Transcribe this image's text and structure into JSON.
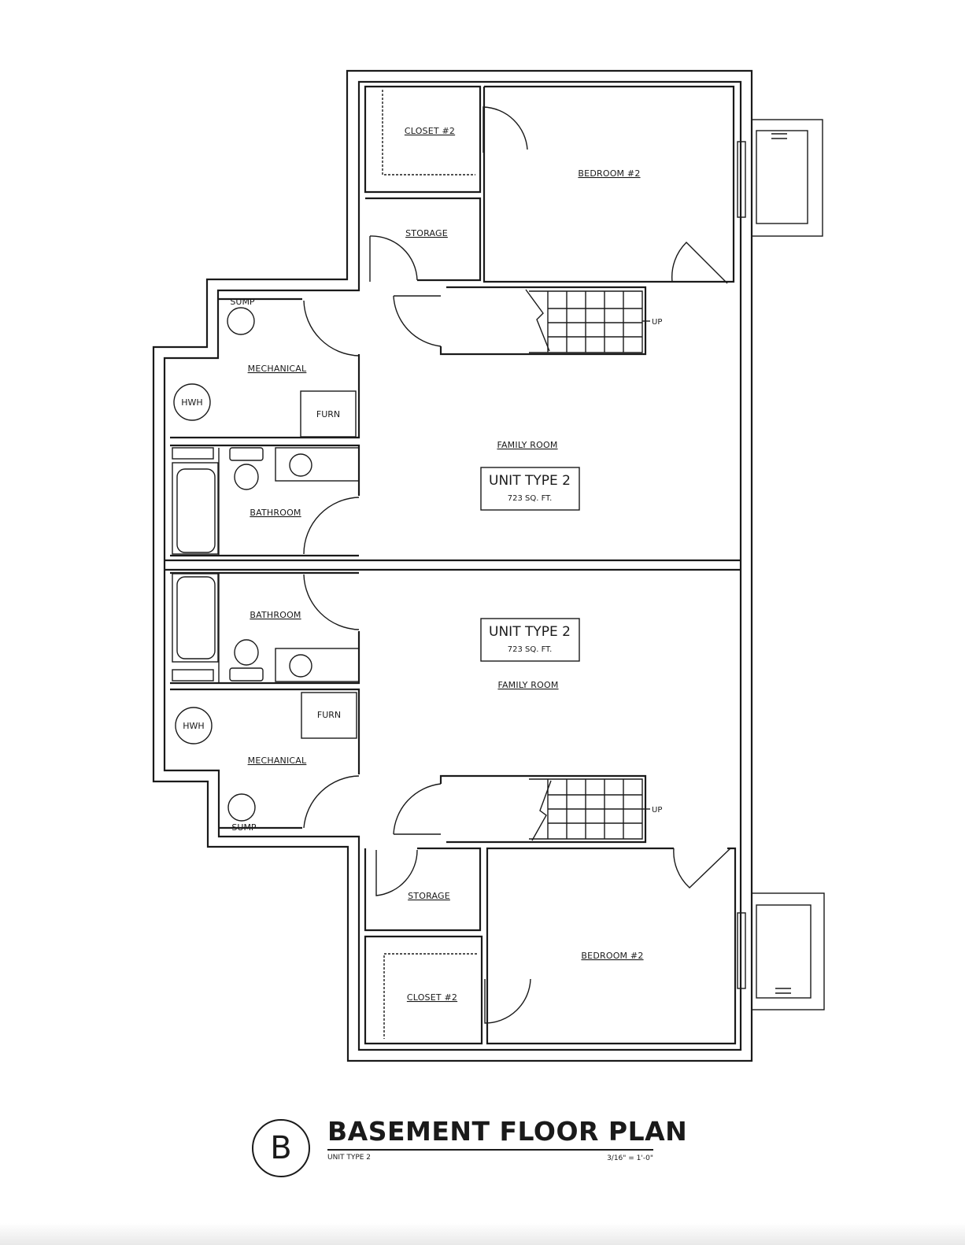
{
  "title": "BASEMENT FLOOR PLAN",
  "title_mark": "B",
  "subtitle": "UNIT TYPE 2",
  "scale": "3/16\" = 1'-0\"",
  "units": [
    {
      "rooms": {
        "closet": "CLOSET #2",
        "bedroom": "BEDROOM #2",
        "storage": "STORAGE",
        "sump": "SUMP",
        "mechanical": "MECHANICAL",
        "hwh": "HWH",
        "furn": "FURN",
        "family_room": "FAMILY ROOM",
        "bathroom": "BATHROOM"
      },
      "tag_title": "UNIT TYPE 2",
      "tag_area": "723 SQ. FT.",
      "stair": "UP"
    },
    {
      "rooms": {
        "closet": "CLOSET #2",
        "bedroom": "BEDROOM #2",
        "storage": "STORAGE",
        "sump": "SUMP",
        "mechanical": "MECHANICAL",
        "hwh": "HWH",
        "furn": "FURN",
        "family_room": "FAMILY ROOM",
        "bathroom": "BATHROOM"
      },
      "tag_title": "UNIT TYPE 2",
      "tag_area": "723 SQ. FT.",
      "stair": "UP"
    }
  ]
}
